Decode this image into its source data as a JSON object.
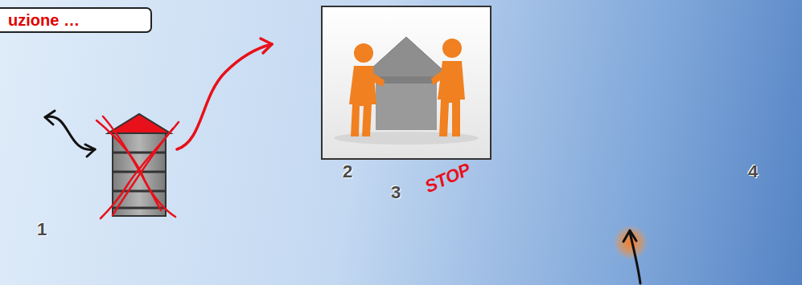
{
  "diagram": {
    "title": "uzione …",
    "nodes": [
      {
        "text": [
          "1"
        ]
      },
      {
        "text": [
          "2"
        ]
      },
      {
        "text": [
          "3"
        ]
      },
      {
        "text": [
          "4"
        ]
      }
    ],
    "labels": [
      "STOP"
    ]
  }
}
